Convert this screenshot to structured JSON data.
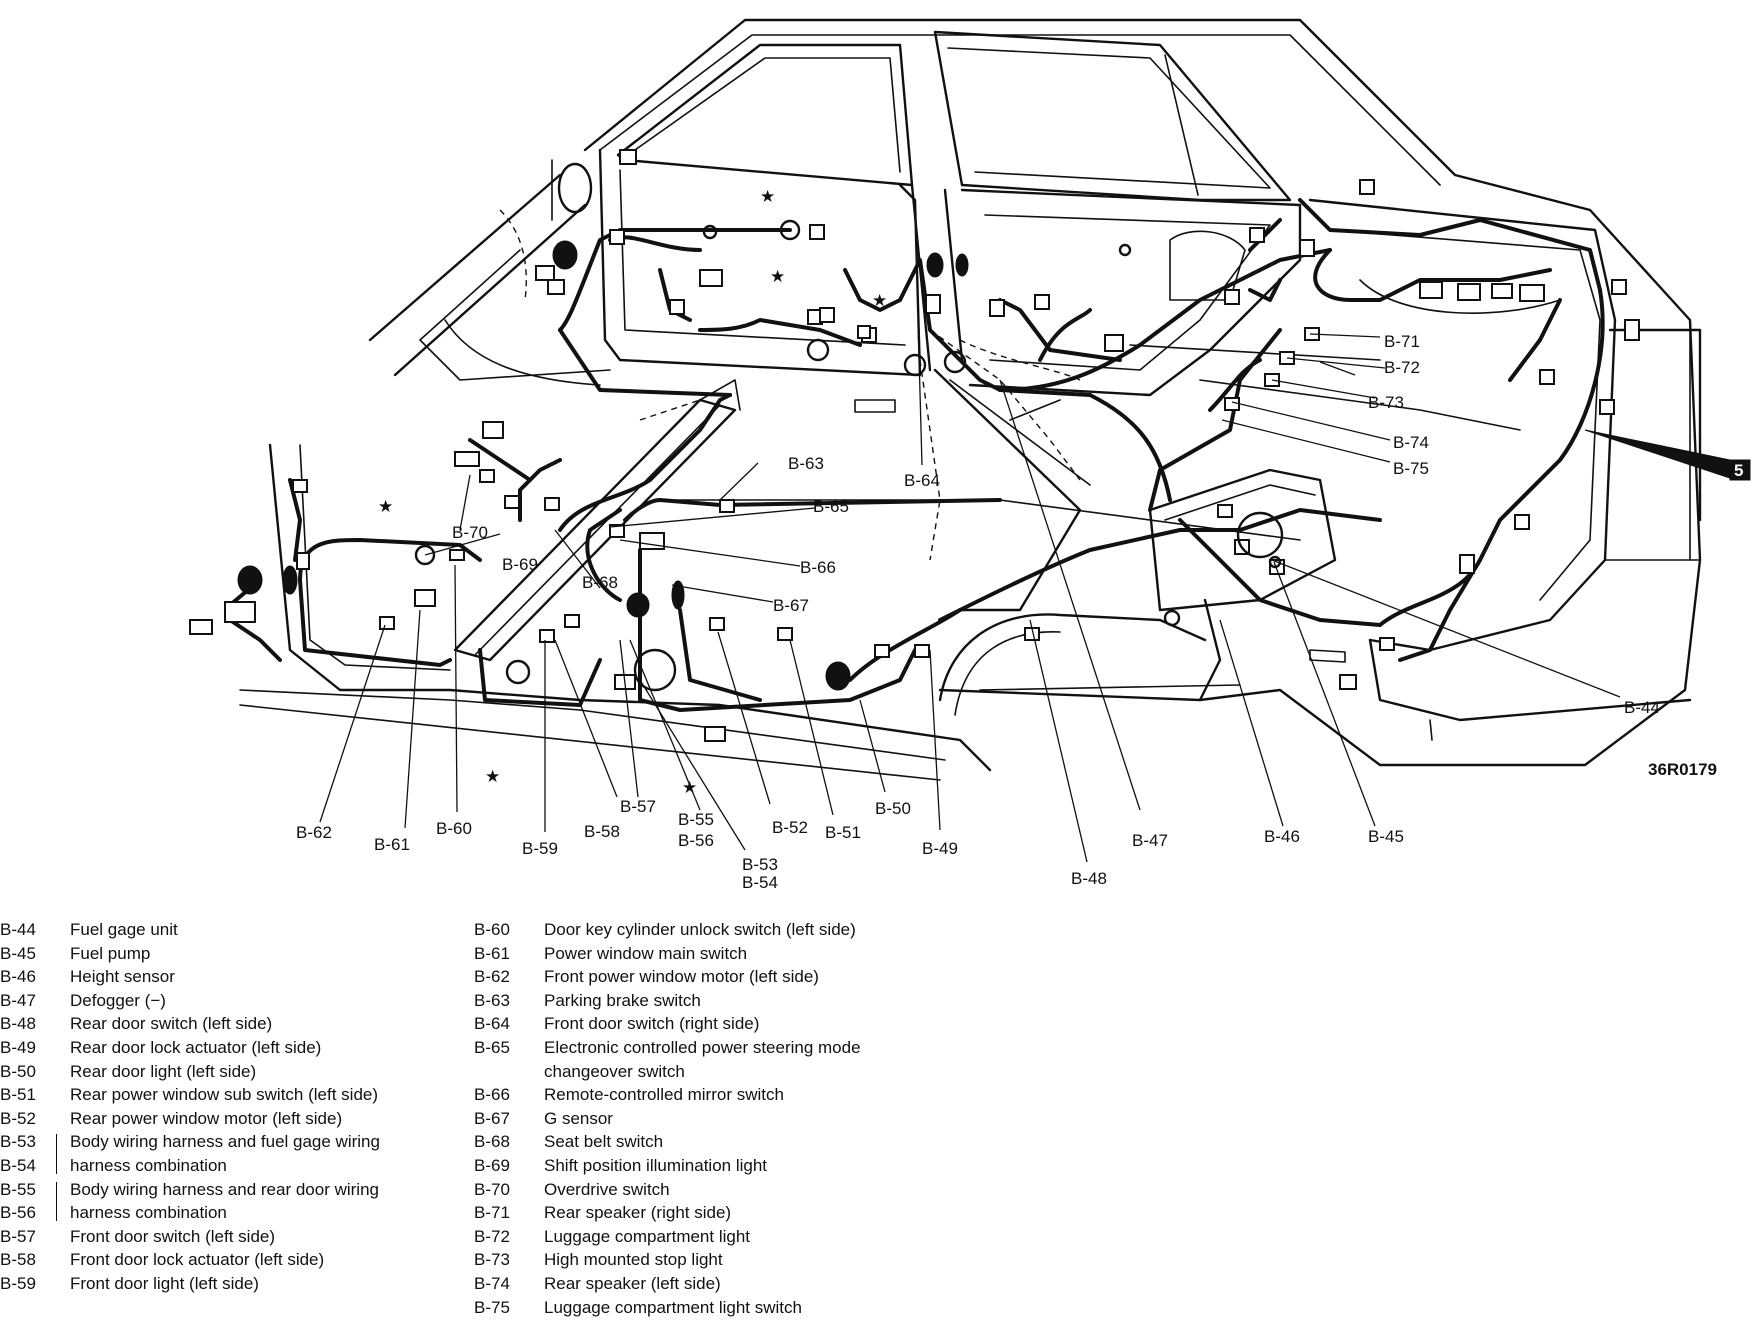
{
  "figure_code": "36R0179",
  "marker_number": "5",
  "callouts": [
    "B-44",
    "B-45",
    "B-46",
    "B-47",
    "B-48",
    "B-49",
    "B-50",
    "B-51",
    "B-52",
    "B-53",
    "B-54",
    "B-55",
    "B-56",
    "B-57",
    "B-58",
    "B-59",
    "B-60",
    "B-61",
    "B-62",
    "B-63",
    "B-64",
    "B-65",
    "B-66",
    "B-67",
    "B-68",
    "B-69",
    "B-70",
    "B-71",
    "B-72",
    "B-73",
    "B-74",
    "B-75"
  ],
  "legend_left": [
    {
      "code": "B-44",
      "desc": "Fuel gage unit"
    },
    {
      "code": "B-45",
      "desc": "Fuel pump"
    },
    {
      "code": "B-46",
      "desc": "Height sensor"
    },
    {
      "code": "B-47",
      "desc": "Defogger (−)"
    },
    {
      "code": "B-48",
      "desc": "Rear door switch (left side)"
    },
    {
      "code": "B-49",
      "desc": "Rear door lock actuator (left side)"
    },
    {
      "code": "B-50",
      "desc": "Rear door light (left side)"
    },
    {
      "code": "B-51",
      "desc": "Rear power window sub switch (left side)"
    },
    {
      "code": "B-52",
      "desc": "Rear power window motor (left side)"
    },
    {
      "code": "B-53",
      "desc": "Body wiring harness and fuel gage wiring"
    },
    {
      "code": "B-54",
      "desc": "harness combination"
    },
    {
      "code": "B-55",
      "desc": "Body wiring harness and rear door wiring"
    },
    {
      "code": "B-56",
      "desc": "harness combination"
    },
    {
      "code": "B-57",
      "desc": "Front door switch (left side)"
    },
    {
      "code": "B-58",
      "desc": "Front door lock actuator (left side)"
    },
    {
      "code": "B-59",
      "desc": "Front door light (left side)"
    }
  ],
  "legend_right": [
    {
      "code": "B-60",
      "desc": "Door key cylinder unlock switch (left side)"
    },
    {
      "code": "B-61",
      "desc": "Power window main switch"
    },
    {
      "code": "B-62",
      "desc": "Front power window motor (left side)"
    },
    {
      "code": "B-63",
      "desc": "Parking brake switch"
    },
    {
      "code": "B-64",
      "desc": "Front door switch (right side)"
    },
    {
      "code": "B-65",
      "desc": "Electronic controlled power steering mode"
    },
    {
      "code": "",
      "desc": "changeover switch"
    },
    {
      "code": "B-66",
      "desc": "Remote-controlled mirror switch"
    },
    {
      "code": "B-67",
      "desc": "G sensor"
    },
    {
      "code": "B-68",
      "desc": "Seat belt switch"
    },
    {
      "code": "B-69",
      "desc": "Shift position illumination light"
    },
    {
      "code": "B-70",
      "desc": "Overdrive switch"
    },
    {
      "code": "B-71",
      "desc": "Rear speaker (right side)"
    },
    {
      "code": "B-72",
      "desc": "Luggage compartment light"
    },
    {
      "code": "B-73",
      "desc": "High mounted stop light"
    },
    {
      "code": "B-74",
      "desc": "Rear speaker (left side)"
    },
    {
      "code": "B-75",
      "desc": "Luggage compartment light switch"
    }
  ]
}
